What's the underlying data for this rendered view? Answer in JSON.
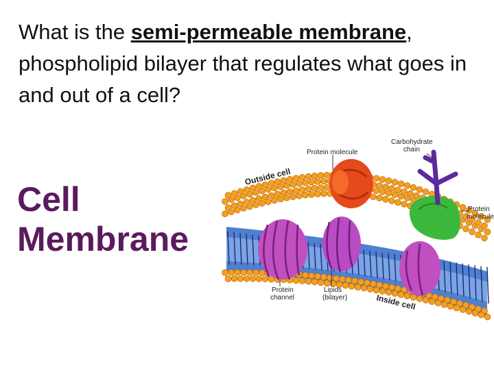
{
  "question": {
    "prefix": "What is the ",
    "term": "semi-permeable membrane",
    "suffix": ", phospholipid bilayer that regulates what goes in and out of a cell?"
  },
  "answer": {
    "line1": "Cell",
    "line2": "Membrane"
  },
  "diagram": {
    "labels": {
      "outside_cell": "Outside cell",
      "inside_cell": "Inside cell",
      "protein_molecule_top": "Protein molecule",
      "carbohydrate_line1": "Carbohydrate",
      "carbohydrate_line2": "chain",
      "protein_molecule_right_line1": "Protein",
      "protein_molecule_right_line2": "molecule",
      "protein_channel_line1": "Protein",
      "protein_channel_line2": "channel",
      "lipids_line1": "Lipids",
      "lipids_line2": "(bilayer)"
    },
    "colors": {
      "head": "#f4a020",
      "head_dark": "#c27010",
      "tail_band": "#4f7fd0",
      "channel": "#c04fc0",
      "protein_red": "#e44a1c",
      "protein_green": "#3cb83c",
      "carbohydrate": "#5a2aa0"
    }
  }
}
